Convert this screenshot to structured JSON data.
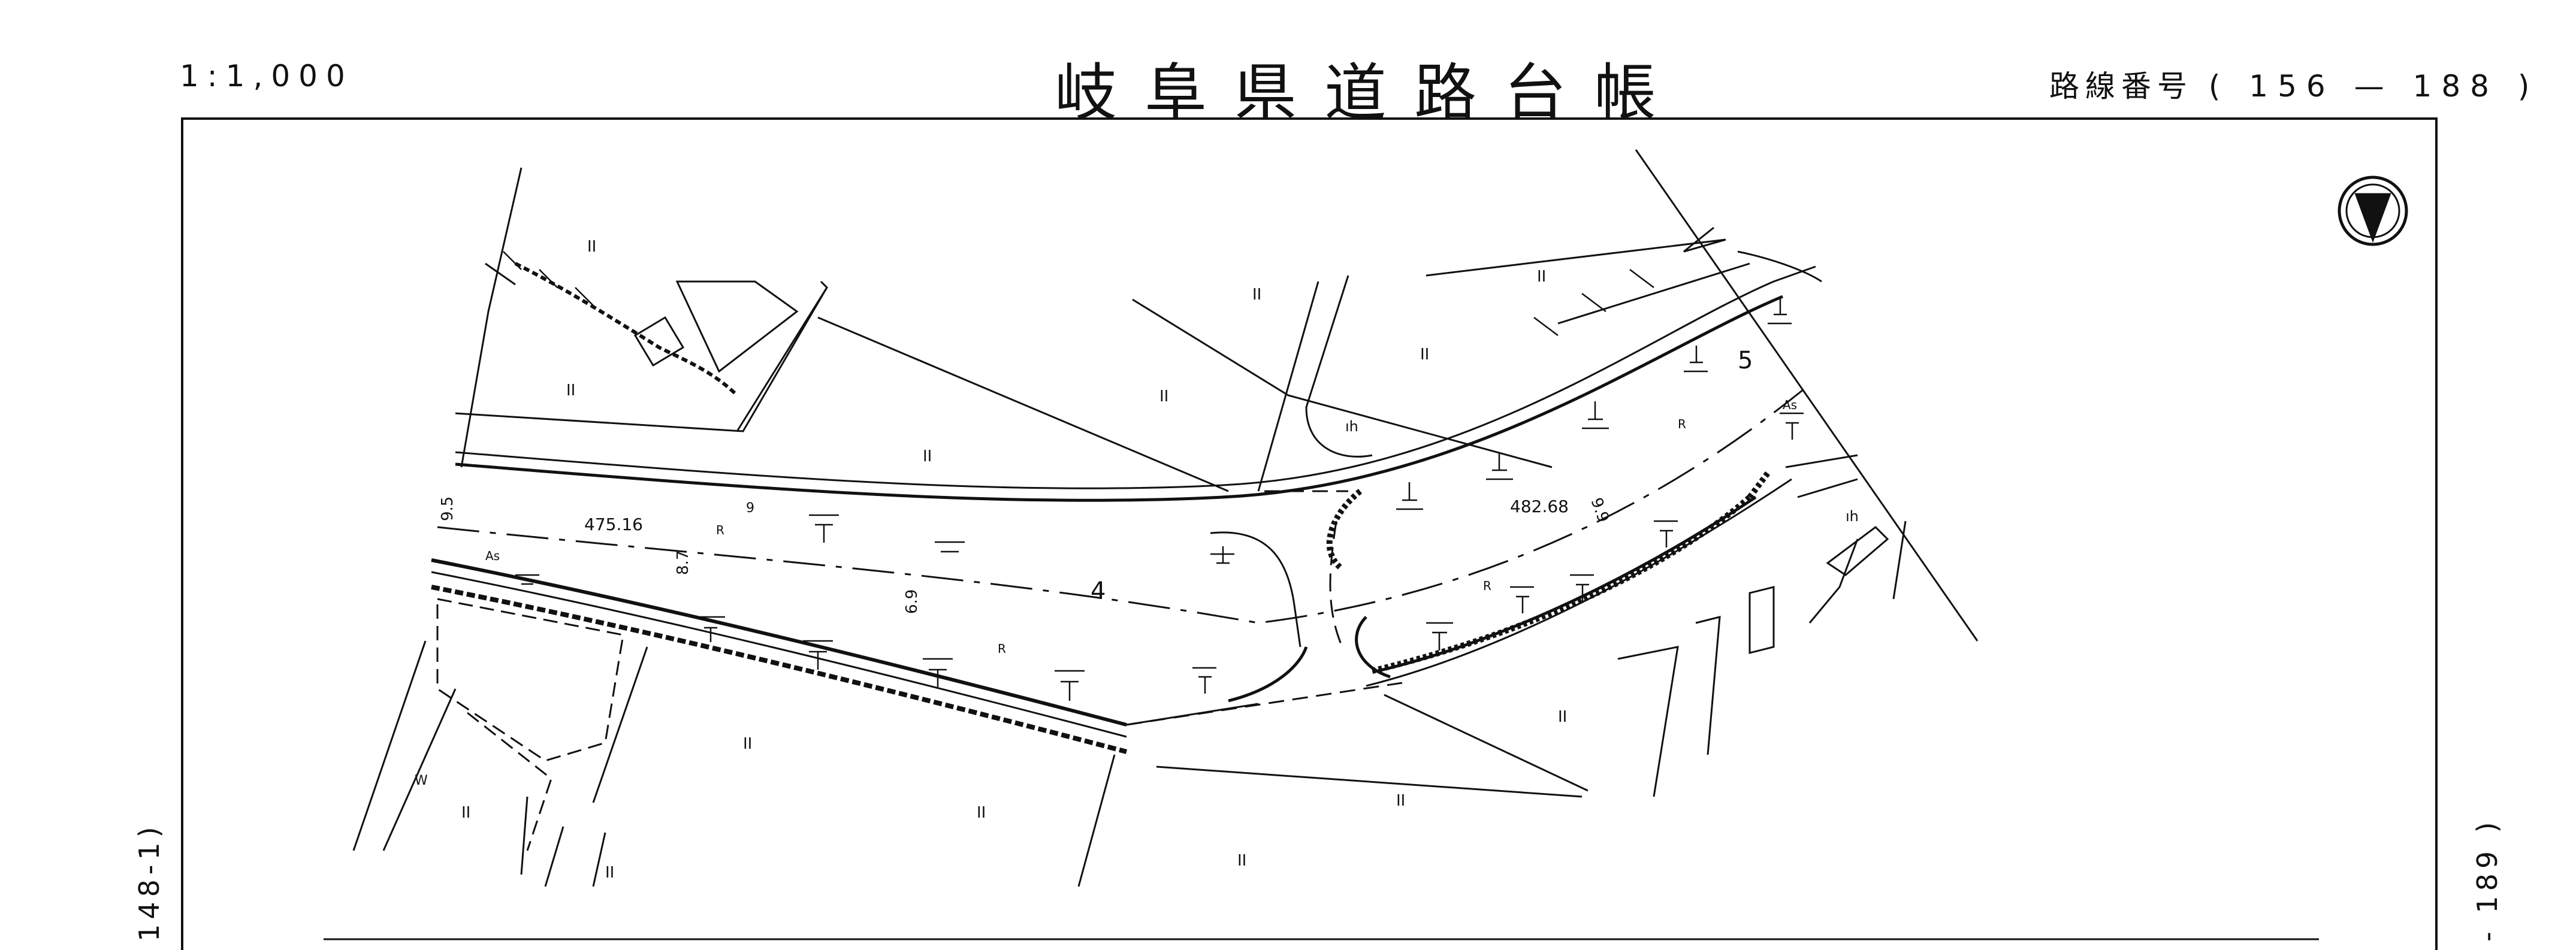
{
  "header": {
    "scale": "1:1,000",
    "title": "岐阜県道路台帳",
    "route_label": "路線番号",
    "route_number": "( 156 — 188 )"
  },
  "map": {
    "parcel_mark": "II",
    "station_labels": [
      "4",
      "5"
    ],
    "chainages": [
      "475.16",
      "482.68"
    ],
    "widths": [
      "9.5",
      "8.7",
      "6.9",
      "9.9",
      "9"
    ],
    "pavement_mark": "As",
    "roadside_mark": "R",
    "other_marks": [
      "W",
      "ıh"
    ],
    "north_arrow": "north-arrow-icon"
  },
  "margins": {
    "left_ref": "148-1)",
    "right_ref": "- 189 )"
  }
}
